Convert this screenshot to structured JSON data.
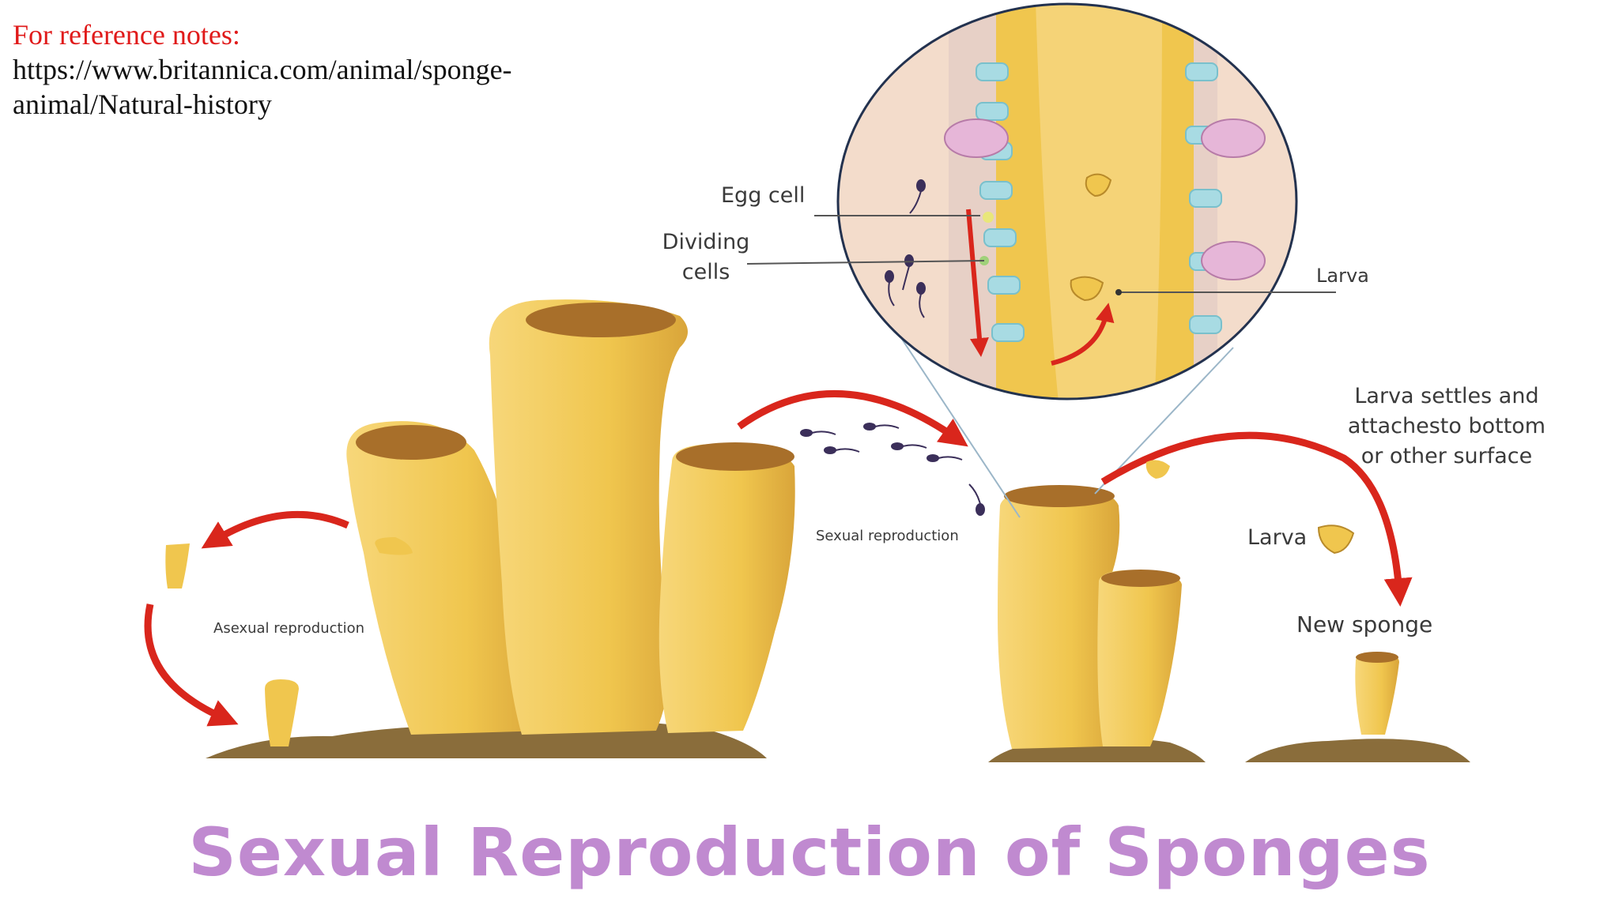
{
  "reference": {
    "heading": "For reference notes:",
    "line1": "https://www.britannica.com/animal/sponge-",
    "line2": "animal/Natural-history"
  },
  "labels": {
    "egg_cell": "Egg cell",
    "dividing_cells_1": "Dividing",
    "dividing_cells_2": "cells",
    "larva_top": "Larva",
    "larva_settles_1": "Larva settles and",
    "larva_settles_2": "attachesto bottom",
    "larva_settles_3": "or other surface",
    "larva_right": "Larva",
    "new_sponge": "New sponge",
    "sexual_reproduction": "Sexual reproduction",
    "asexual_reproduction": "Asexual reproduction"
  },
  "title": "Sexual Reproduction of Sponges",
  "colors": {
    "sponge": "#f0c64e",
    "sponge_dark": "#d9a53a",
    "arrow": "#d9261c",
    "title": "#c08ad0",
    "ground": "#8a6d3b",
    "reference_heading": "#e01a1a"
  }
}
